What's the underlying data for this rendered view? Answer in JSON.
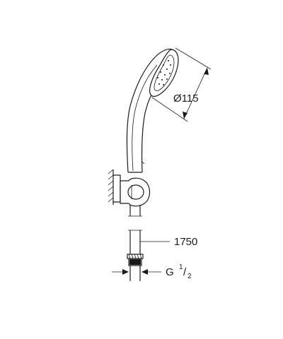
{
  "drawing": {
    "head_diameter_label": "Ø115",
    "hose_length_label": "1750",
    "thread_label_prefix": "G",
    "thread_label_numerator": "1",
    "thread_label_separator": "/",
    "thread_label_denominator": "2"
  }
}
